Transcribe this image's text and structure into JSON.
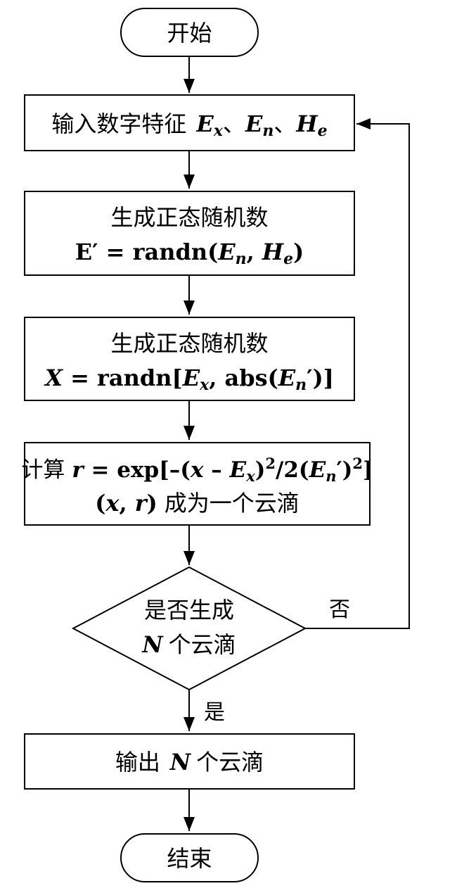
{
  "nodes": {
    "start": "开始",
    "input": {
      "label": "输入数字特征",
      "ex": "E",
      "ex_sub": "x",
      "sep1": "、",
      "en": "E",
      "en_sub": "n",
      "sep2": "、",
      "he": "H",
      "he_sub": "e"
    },
    "gen1": {
      "title": "生成正态随机数",
      "lhs": "E′ = randn(",
      "a": "E",
      "a_sub": "n",
      "comma": ", ",
      "b": "H",
      "b_sub": "e",
      "close": ")"
    },
    "gen2": {
      "title": "生成正态随机数",
      "x": "X",
      "eq": " = randn[",
      "a": "E",
      "a_sub": "x",
      "mid": ", abs(",
      "b": "E",
      "b_sub": "n",
      "prime": "′",
      "close": ")]"
    },
    "calc": {
      "label": "计算",
      "r": "r",
      "eq": " = exp[–(",
      "x": "x",
      "minus": " – ",
      "a": "E",
      "a_sub": "x",
      "p1": ")",
      "sup1": "2",
      "mid": "/2(",
      "b": "E",
      "b_sub": "n",
      "prime": "′",
      "p2": ")",
      "sup2": "2",
      "close": "]",
      "line2_open": "(",
      "line2_x": "x",
      "line2_comma": ", ",
      "line2_r": "r",
      "line2_close": ")",
      "line2_text": "成为一个云滴"
    },
    "decision": {
      "line1": "是否生成",
      "n": "N",
      "line2": "个云滴"
    },
    "output": {
      "label": "输出",
      "n": "N",
      "text": "个云滴"
    },
    "end": "结束"
  },
  "edges": {
    "no_label": "否",
    "yes_label": "是"
  },
  "colors": {
    "stroke": "#000000",
    "fill": "#ffffff"
  }
}
